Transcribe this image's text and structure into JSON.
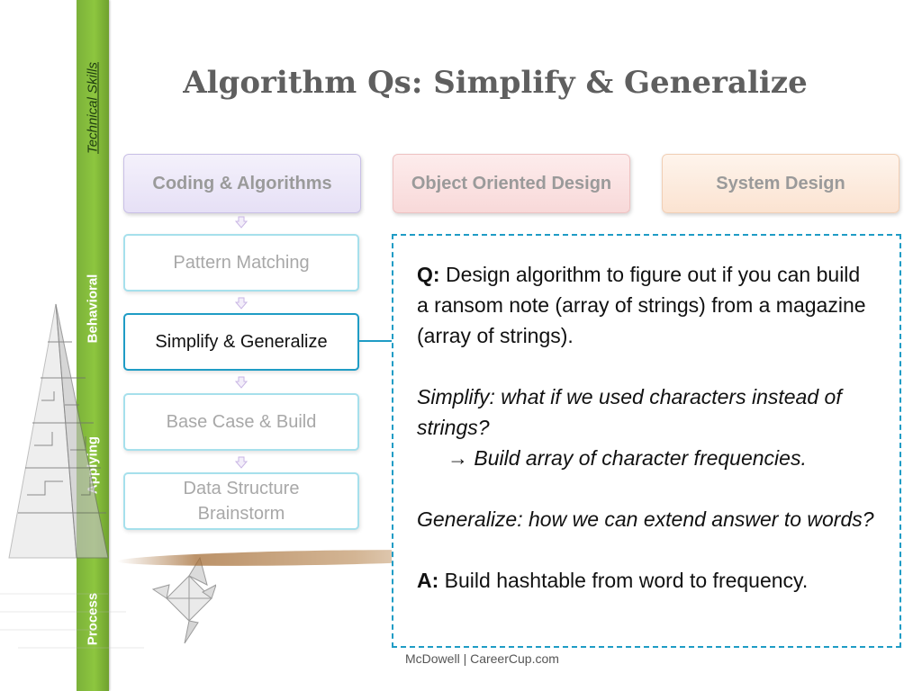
{
  "title": "Algorithm Qs: Simplify & Generalize",
  "sidebar": {
    "items": [
      {
        "label": "Technical Skills",
        "active": true
      },
      {
        "label": "Behavioral",
        "active": false
      },
      {
        "label": "Applying",
        "active": false
      },
      {
        "label": "Process",
        "active": false
      }
    ]
  },
  "categories": [
    {
      "label": "Coding & Algorithms"
    },
    {
      "label": "Object Oriented Design"
    },
    {
      "label": "System Design"
    }
  ],
  "steps": [
    {
      "label": "Pattern Matching",
      "active": false
    },
    {
      "label": "Simplify & Generalize",
      "active": true
    },
    {
      "label": "Base Case & Build",
      "active": false
    },
    {
      "label": "Data Structure Brainstorm",
      "active": false
    }
  ],
  "panel": {
    "q_label": "Q:",
    "q_text": " Design algorithm to figure out if you can build a ransom note (array of strings) from a magazine (array of strings).",
    "simplify": "Simplify: what if we used characters instead of strings?",
    "simplify_arrow": "→",
    "simplify_answer": " Build array of character frequencies.",
    "generalize": "Generalize: how we can extend answer to words?",
    "a_label": "A:",
    "a_text": " Build hashtable from word to frequency."
  },
  "footer": "McDowell | CareerCup.com",
  "colors": {
    "sidebar_green": "#8dc63f",
    "accent_blue": "#1f9cc5",
    "step_border": "#a6e0ec",
    "title_gray": "#5f5f5f"
  }
}
